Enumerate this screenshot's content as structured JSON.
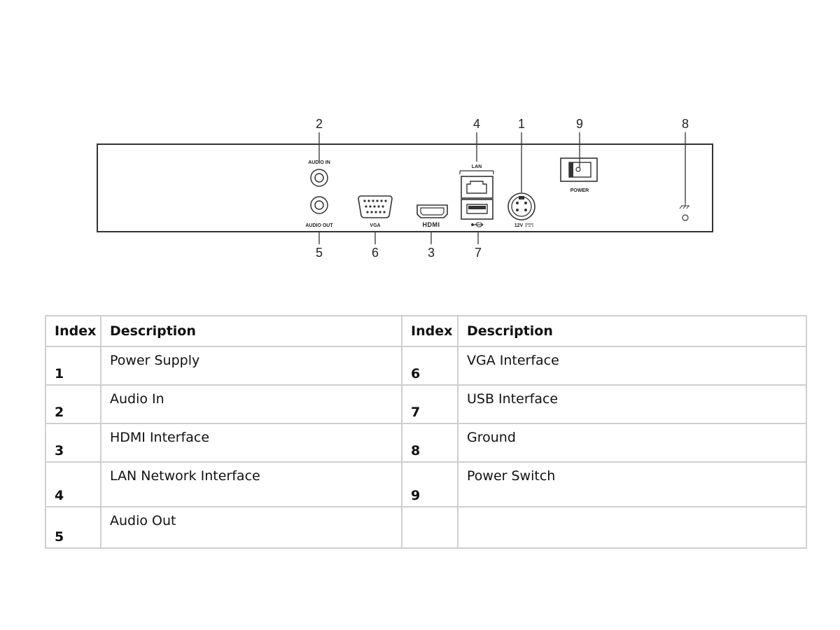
{
  "panel": {
    "labels": {
      "audio_in": "AUDIO IN",
      "audio_out": "AUDIO OUT",
      "vga": "VGA",
      "hdmi": "HDMI",
      "lan": "LAN",
      "power_in": "12V",
      "power": "POWER"
    },
    "callouts": {
      "audio_in": "2",
      "audio_out": "5",
      "vga": "6",
      "hdmi": "3",
      "lan": "4",
      "usb": "7",
      "power_supply": "1",
      "power_switch": "9",
      "ground": "8"
    }
  },
  "table": {
    "headers": [
      "Index",
      "Description",
      "Index",
      "Description"
    ],
    "rows": [
      {
        "left_index": "1",
        "left_desc": "Power Supply",
        "right_index": "6",
        "right_desc": "VGA Interface"
      },
      {
        "left_index": "2",
        "left_desc": "Audio In",
        "right_index": "7",
        "right_desc": "USB Interface"
      },
      {
        "left_index": "3",
        "left_desc": "HDMI Interface",
        "right_index": "8",
        "right_desc": "Ground"
      },
      {
        "left_index": "4",
        "left_desc": "LAN Network Interface",
        "right_index": "9",
        "right_desc": "Power Switch"
      },
      {
        "left_index": "5",
        "left_desc": "Audio Out",
        "right_index": "",
        "right_desc": ""
      }
    ]
  }
}
